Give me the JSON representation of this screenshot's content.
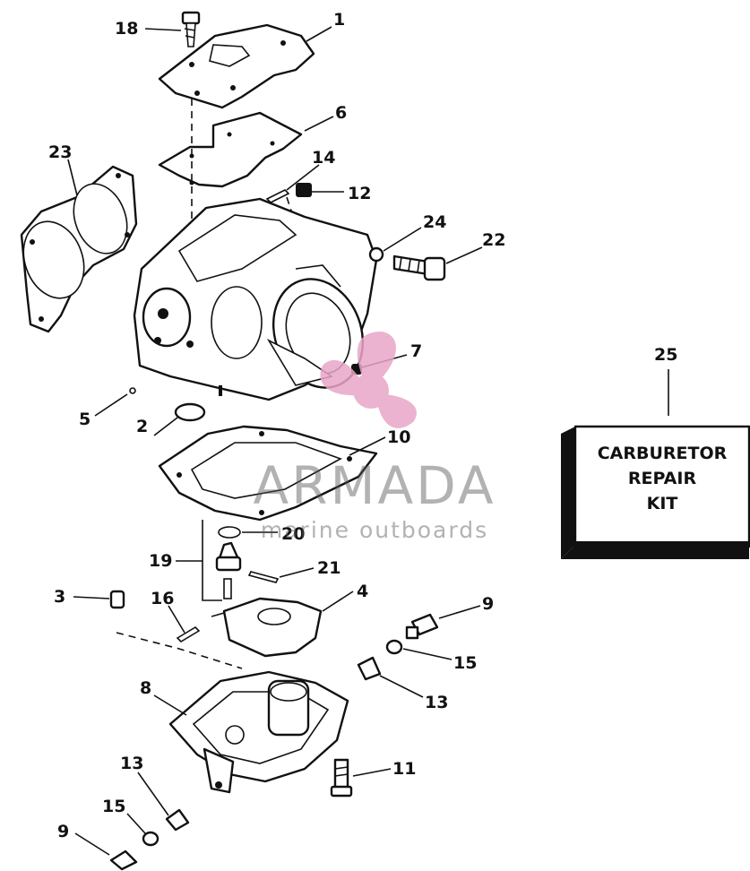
{
  "callouts": {
    "c1": "1",
    "c2": "2",
    "c3": "3",
    "c4": "4",
    "c5": "5",
    "c6": "6",
    "c7": "7",
    "c8": "8",
    "c9a": "9",
    "c9b": "9",
    "c10": "10",
    "c11": "11",
    "c12": "12",
    "c13a": "13",
    "c13b": "13",
    "c14": "14",
    "c15a": "15",
    "c15b": "15",
    "c16": "16",
    "c18": "18",
    "c19": "19",
    "c20": "20",
    "c21": "21",
    "c22": "22",
    "c23": "23",
    "c24": "24",
    "c25": "25"
  },
  "kit": {
    "line1": "CARBURETOR",
    "line2": "REPAIR",
    "line3": "KIT"
  },
  "watermark": {
    "name": "ARMADA",
    "tagline": "marine outboards",
    "propeller_color": "#e8a6c8"
  }
}
